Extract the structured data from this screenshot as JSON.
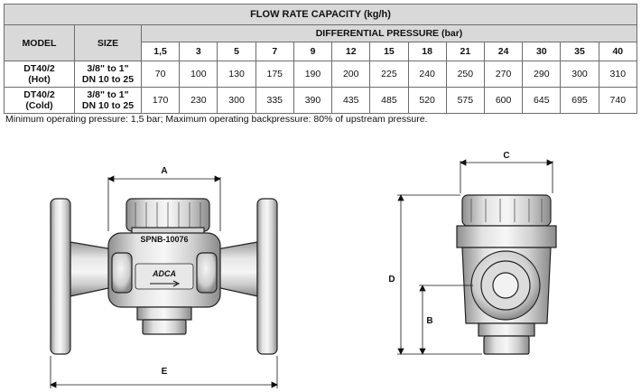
{
  "table": {
    "title": "FLOW RATE CAPACITY (kg/h)",
    "model_header": "MODEL",
    "size_header": "SIZE",
    "pressure_header": "DIFFERENTIAL PRESSURE (bar)",
    "pressures": [
      "1,5",
      "3",
      "5",
      "7",
      "9",
      "12",
      "15",
      "18",
      "21",
      "24",
      "30",
      "35",
      "40"
    ],
    "rows": [
      {
        "model_line1": "DT40/2",
        "model_line2": "(Hot)",
        "size_line1": "3/8\" to 1\"",
        "size_line2": "DN 10 to 25",
        "values": [
          "70",
          "100",
          "130",
          "175",
          "190",
          "200",
          "225",
          "240",
          "250",
          "270",
          "290",
          "300",
          "310"
        ]
      },
      {
        "model_line1": "DT40/2",
        "model_line2": "(Cold)",
        "size_line1": "3/8\" to 1\"",
        "size_line2": "DN 10 to 25",
        "values": [
          "170",
          "230",
          "300",
          "335",
          "390",
          "435",
          "485",
          "520",
          "575",
          "600",
          "645",
          "695",
          "740"
        ]
      }
    ]
  },
  "note": "Minimum operating pressure: 1,5 bar; Maximum operating backpressure: 80% of upstream pressure.",
  "drawing": {
    "embossed_code": "SPNB-10076",
    "brand": "ADCA",
    "dim_a": "A",
    "dim_b": "B",
    "dim_c": "C",
    "dim_d": "D",
    "dim_e": "E"
  }
}
